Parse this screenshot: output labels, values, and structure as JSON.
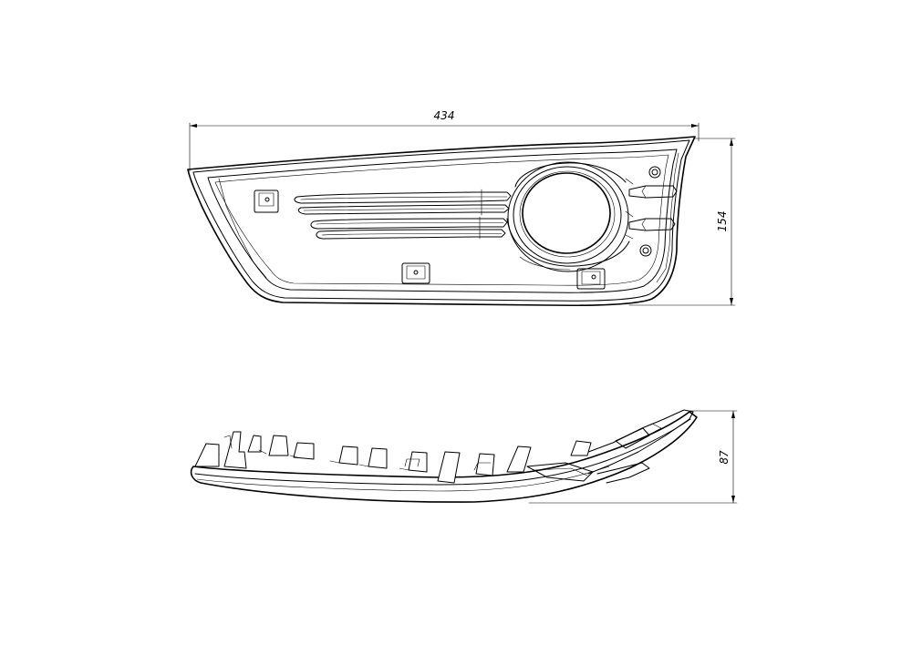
{
  "dimensions": {
    "width_label": "434",
    "height_label_front": "154",
    "height_label_side": "87"
  }
}
